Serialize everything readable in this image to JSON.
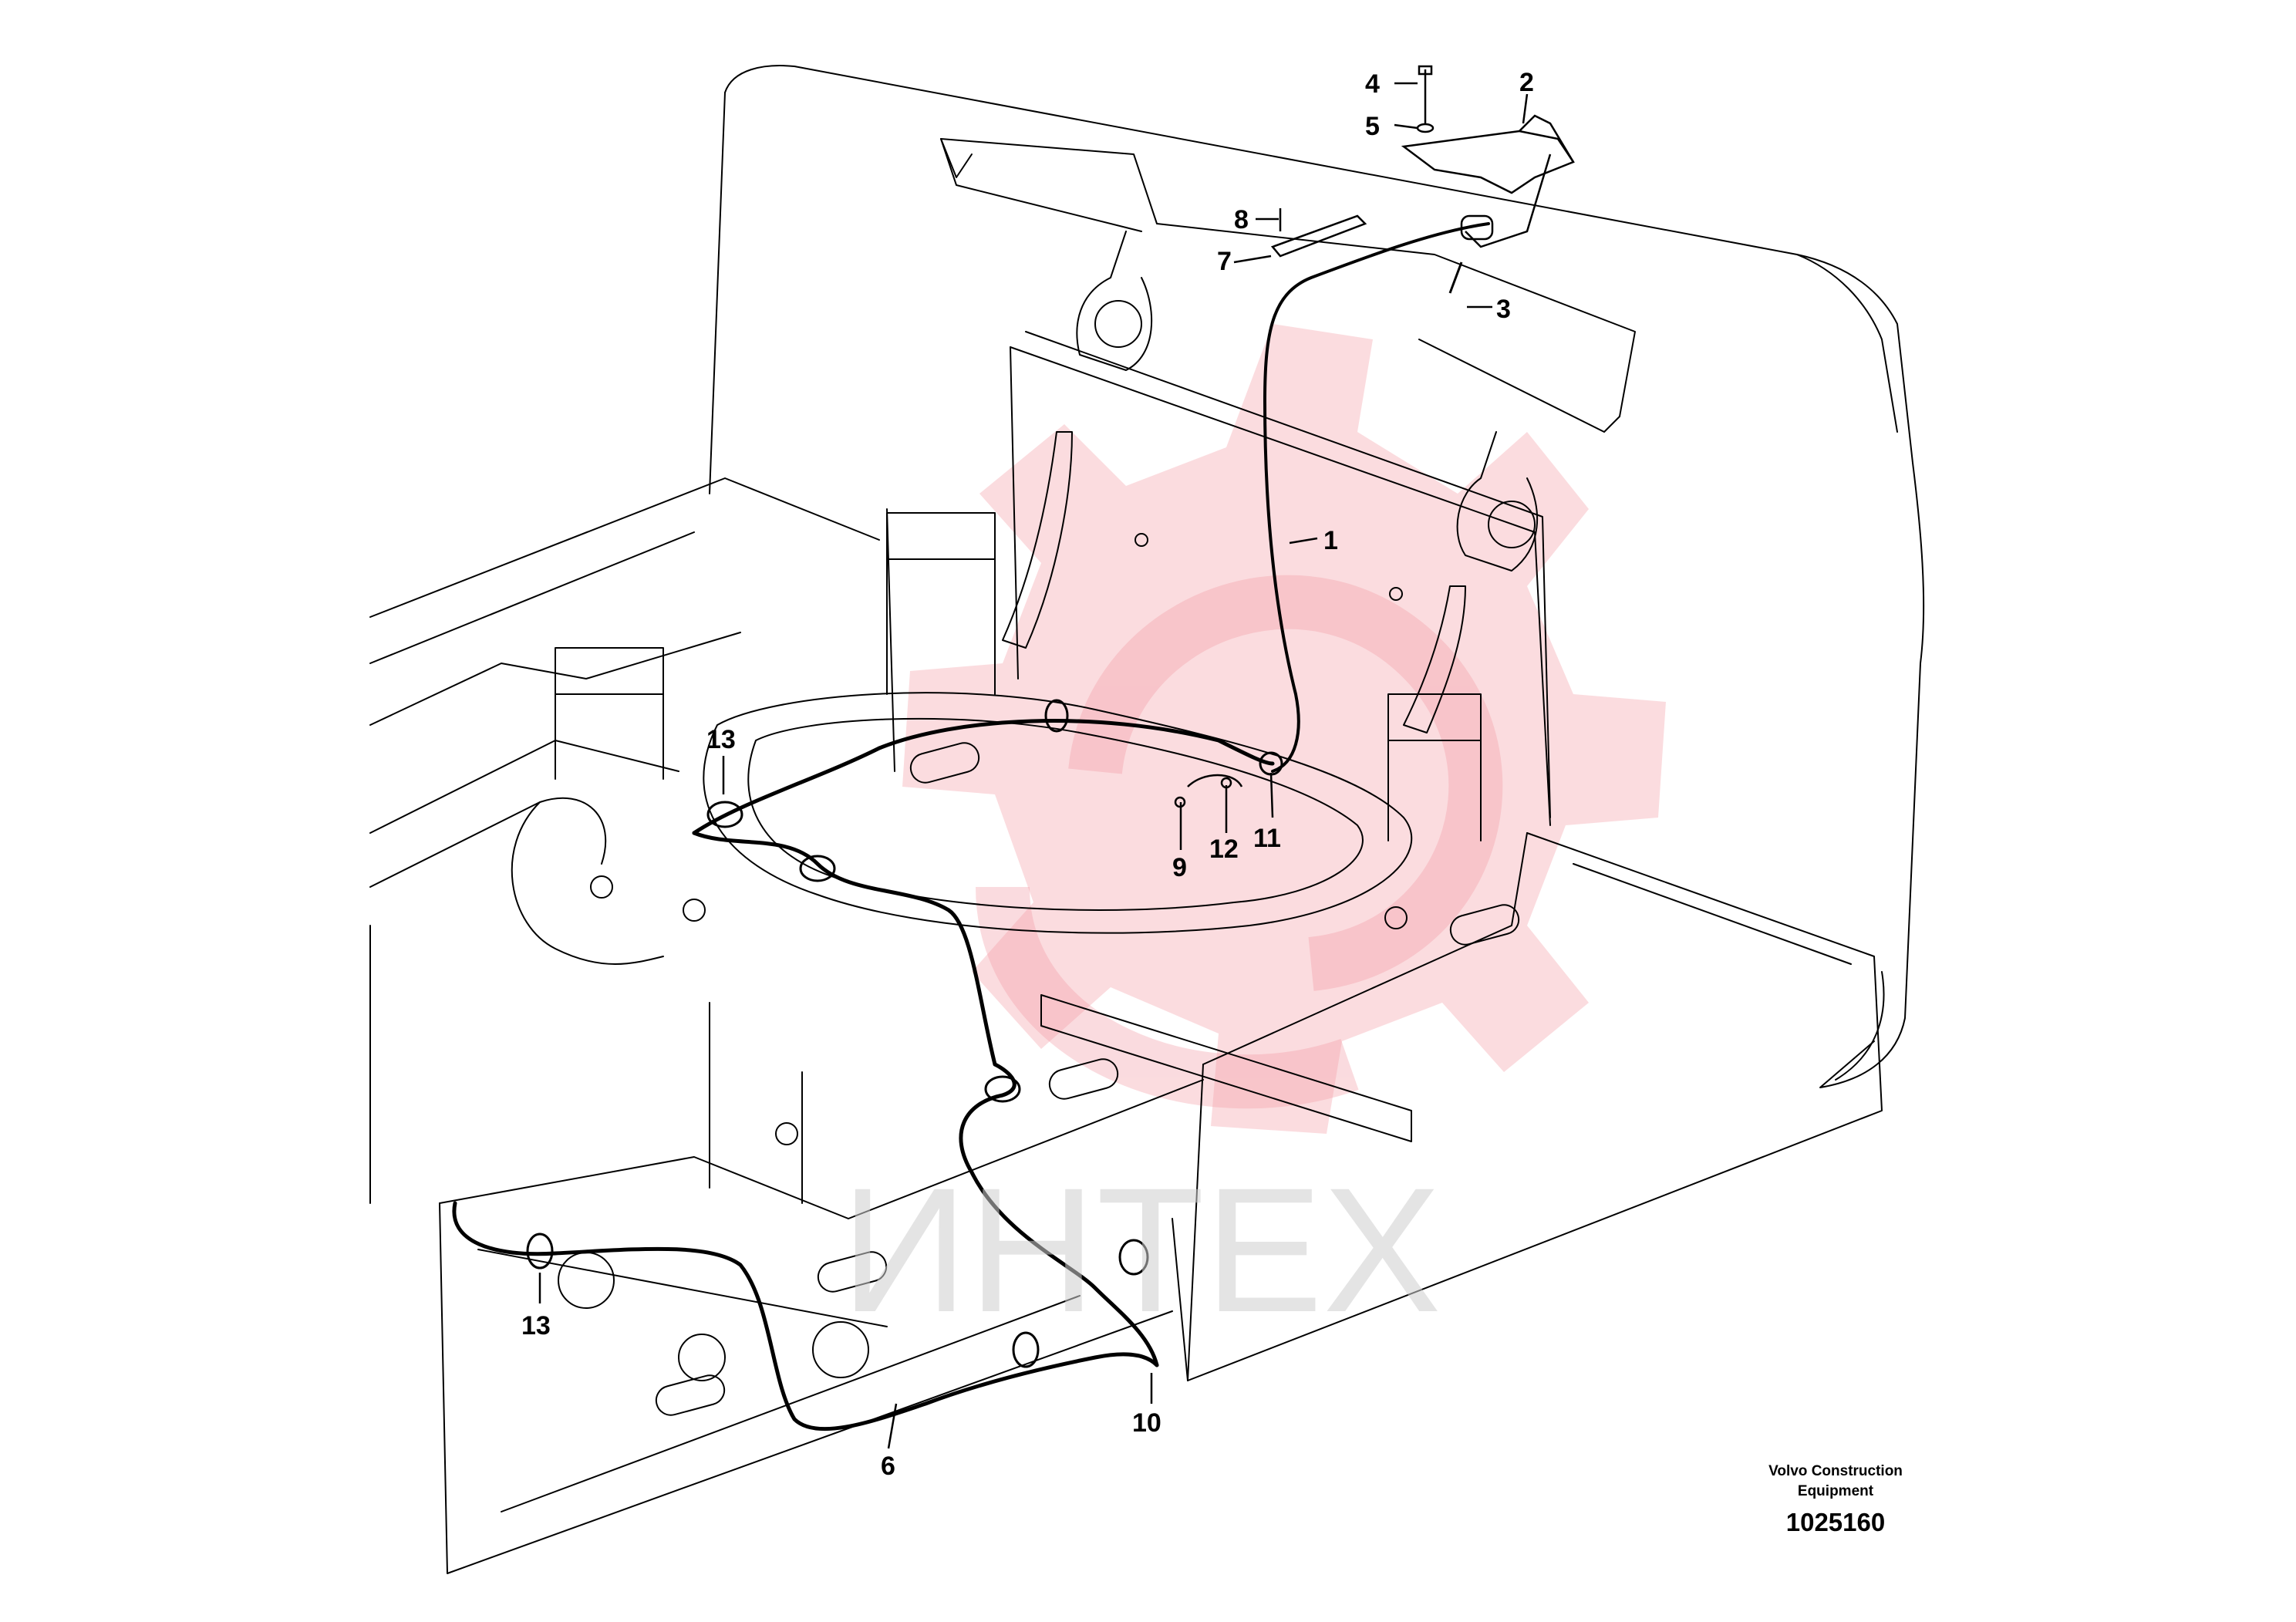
{
  "callouts": [
    {
      "id": "c1",
      "text": "1"
    },
    {
      "id": "c2",
      "text": "2"
    },
    {
      "id": "c3",
      "text": "3"
    },
    {
      "id": "c4",
      "text": "4"
    },
    {
      "id": "c5",
      "text": "5"
    },
    {
      "id": "c6",
      "text": "6"
    },
    {
      "id": "c7",
      "text": "7"
    },
    {
      "id": "c8",
      "text": "8"
    },
    {
      "id": "c9",
      "text": "9"
    },
    {
      "id": "c10",
      "text": "10"
    },
    {
      "id": "c11",
      "text": "11"
    },
    {
      "id": "c12",
      "text": "12"
    },
    {
      "id": "c13a",
      "text": "13"
    },
    {
      "id": "c13b",
      "text": "13"
    }
  ],
  "watermark": {
    "text": "ИНТЕХ",
    "color": "#f3a0a8"
  },
  "credit": {
    "line1": "Volvo Construction",
    "line2": "Equipment",
    "number": "1025160"
  },
  "colors": {
    "line": "#000000",
    "watermark_logo": "#f39aa4"
  }
}
